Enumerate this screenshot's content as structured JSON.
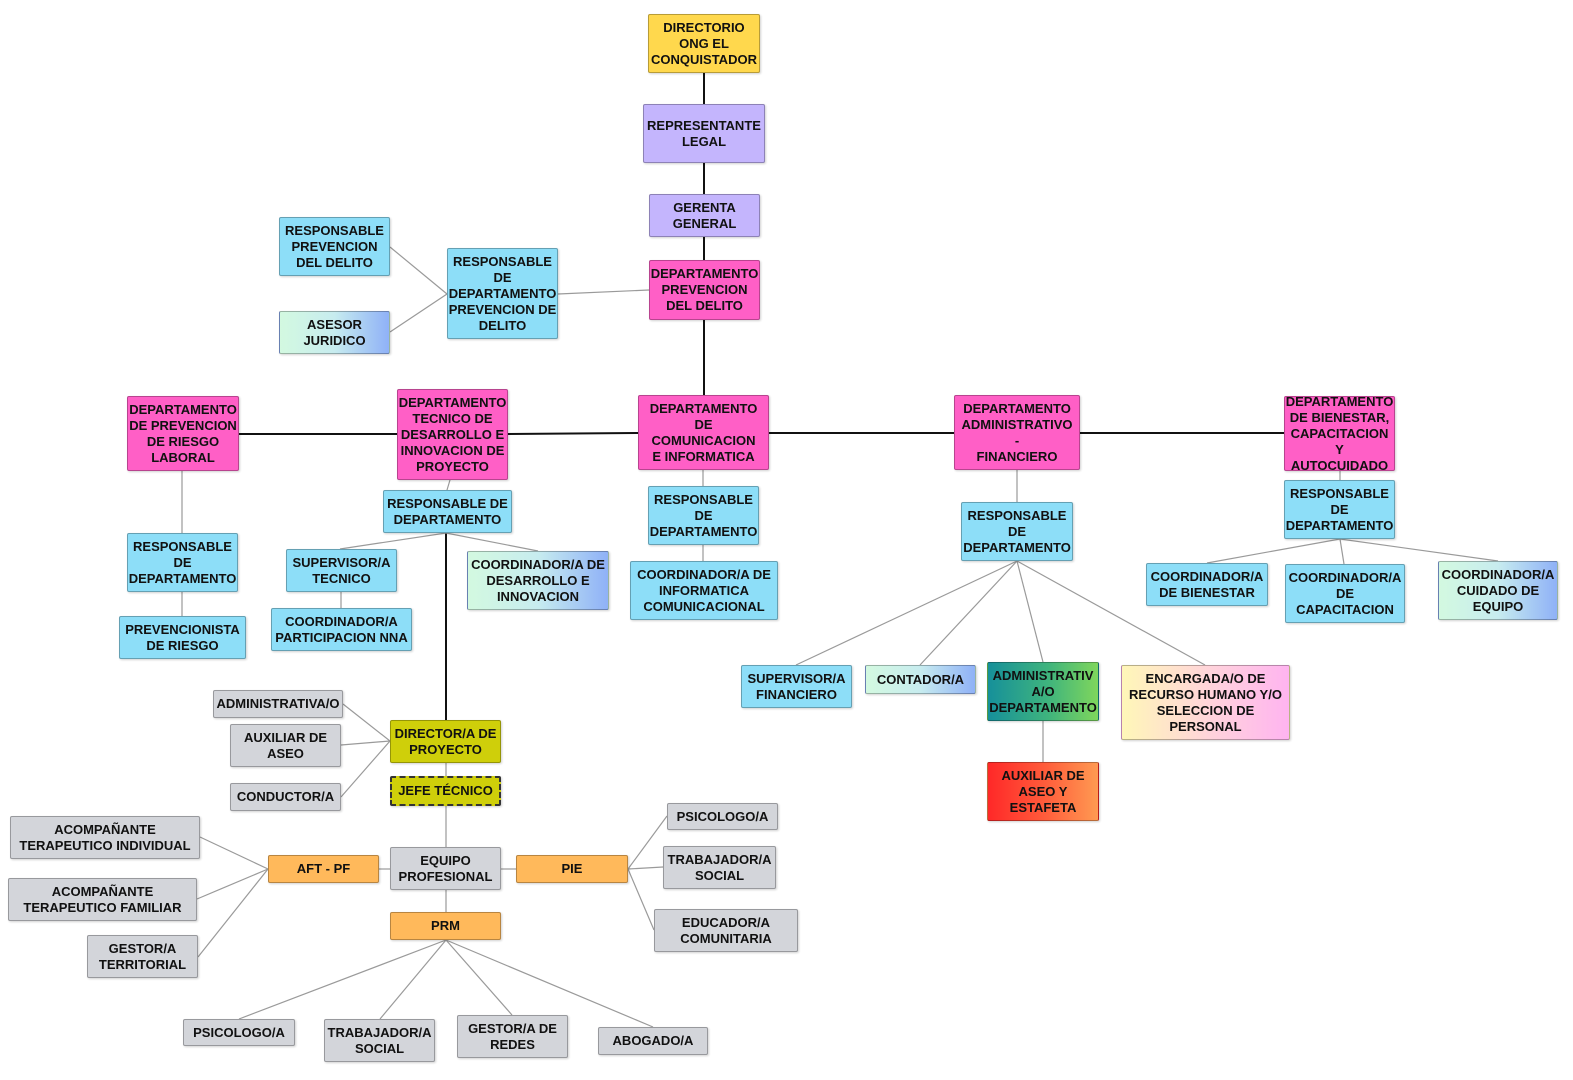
{
  "nodes": {
    "directorio": "DIRECTORIO\nONG EL\nCONQUISTADOR",
    "representante": "REPRESENTANTE\nLEGAL",
    "gerenta": "GERENTA\nGENERAL",
    "dep_prev_delito": "DEPARTAMENTO\nPREVENCION\nDEL DELITO",
    "resp_dep_prev_delito": "RESPONSABLE\nDE\nDEPARTAMENTO\nPREVENCION DE\nDELITO",
    "resp_prev_delito": "RESPONSABLE\nPREVENCION\nDEL DELITO",
    "asesor_juridico": "ASESOR\nJURIDICO",
    "dep_riesgo": "DEPARTAMENTO\nDE PREVENCION\nDE RIESGO\nLABORAL",
    "resp_riesgo": "RESPONSABLE\nDE\nDEPARTAMENTO",
    "prevencionista": "PREVENCIONISTA\nDE RIESGO",
    "dep_tecnico": "DEPARTAMENTO\nTECNICO DE\nDESARROLLO E\nINNOVACION DE\nPROYECTO",
    "resp_tecnico": "RESPONSABLE DE\nDEPARTAMENTO",
    "supervisor_tecnico": "SUPERVISOR/A\nTECNICO",
    "coord_nna": "COORDINADOR/A\nPARTICIPACION NNA",
    "coord_desarrollo": "COORDINADOR/A DE\nDESARROLLO E\nINNOVACION",
    "dep_comunicacion": "DEPARTAMENTO DE\nCOMUNICACION\nE INFORMATICA",
    "resp_comunicacion": "RESPONSABLE\nDE\nDEPARTAMENTO",
    "coord_informatica": "COORDINADOR/A DE\nINFORMATICA\nCOMUNICACIONAL",
    "dep_admin": "DEPARTAMENTO\nADMINISTRATIVO -\nFINANCIERO",
    "resp_admin": "RESPONSABLE\nDE\nDEPARTAMENTO",
    "supervisor_fin": "SUPERVISOR/A\nFINANCIERO",
    "contador": "CONTADOR/A",
    "admin_dep": "ADMINISTRATIV\nA/O\nDEPARTAMENTO",
    "auxiliar_estafeta": "AUXILIAR DE\nASEO Y\nESTAFETA",
    "encargado_rrhh": "ENCARGADA/O DE\nRECURSO HUMANO Y/O\nSELECCION DE\nPERSONAL",
    "dep_bienestar": "DEPARTAMENTO\nDE BIENESTAR,\nCAPACITACION\nY AUTOCUIDADO",
    "resp_bienestar": "RESPONSABLE\nDE\nDEPARTAMENTO",
    "coord_bienestar": "COORDINADOR/A\nDE BIENESTAR",
    "coord_capacitacion": "COORDINADOR/A\nDE\nCAPACITACION",
    "coord_cuidado": "COORDINADOR/A\nCUIDADO DE\nEQUIPO",
    "director_proyecto": "DIRECTOR/A DE\nPROYECTO",
    "administrativa": "ADMINISTRATIVA/O",
    "auxiliar_aseo": "AUXILIAR DE\nASEO",
    "conductor": "CONDUCTOR/A",
    "jefe_tecnico": "JEFE TÉCNICO",
    "equipo_profesional": "EQUIPO\nPROFESIONAL",
    "aft_pf": "AFT - PF",
    "acomp_individual": "ACOMPAÑANTE\nTERAPEUTICO INDIVIDUAL",
    "acomp_familiar": "ACOMPAÑANTE\nTERAPEUTICO FAMILIAR",
    "gestor_territorial": "GESTOR/A\nTERRITORIAL",
    "pie": "PIE",
    "psicologo_pie": "PSICOLOGO/A",
    "trabajador_pie": "TRABAJADOR/A\nSOCIAL",
    "educador": "EDUCADOR/A\nCOMUNITARIA",
    "prm": "PRM",
    "psicologo_prm": "PSICOLOGO/A",
    "trabajador_prm": "TRABAJADOR/A\nSOCIAL",
    "gestor_redes": "GESTOR/A DE\nREDES",
    "abogado": "ABOGADO/A"
  },
  "colors": {
    "yellow": "#ffd84d",
    "lavender": "#c4b5fd",
    "pink": "#ff5fc6",
    "cyan": "#8ddef8",
    "grey": "#d3d5da",
    "orange": "#ffb95b",
    "olive": "#cfcf0a",
    "connector_strong": "#111111",
    "connector_light": "#9a9a9a"
  }
}
